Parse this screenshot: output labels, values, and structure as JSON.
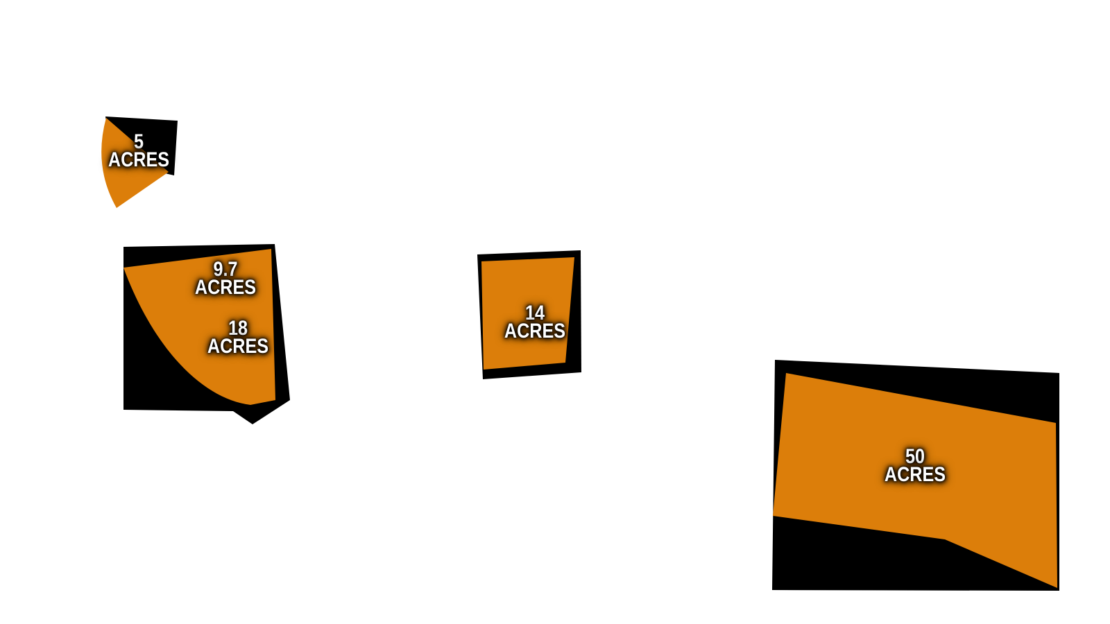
{
  "page": {
    "background": "#FFFFFF",
    "description": "Land parcel acreage map overlay"
  },
  "colors": {
    "parcel": "#DC7E0A",
    "shadow": "#000000",
    "label_text": "#FFFFFF"
  },
  "parcels": [
    {
      "id": "parcel-5-acres",
      "value": "5",
      "unit": "ACRES"
    },
    {
      "id": "parcel-9.7-acres",
      "value": "9.7",
      "unit": "ACRES"
    },
    {
      "id": "parcel-18-acres",
      "value": "18",
      "unit": "ACRES"
    },
    {
      "id": "parcel-14-acres",
      "value": "14",
      "unit": "ACRES"
    },
    {
      "id": "parcel-50-acres",
      "value": "50",
      "unit": "ACRES"
    }
  ]
}
